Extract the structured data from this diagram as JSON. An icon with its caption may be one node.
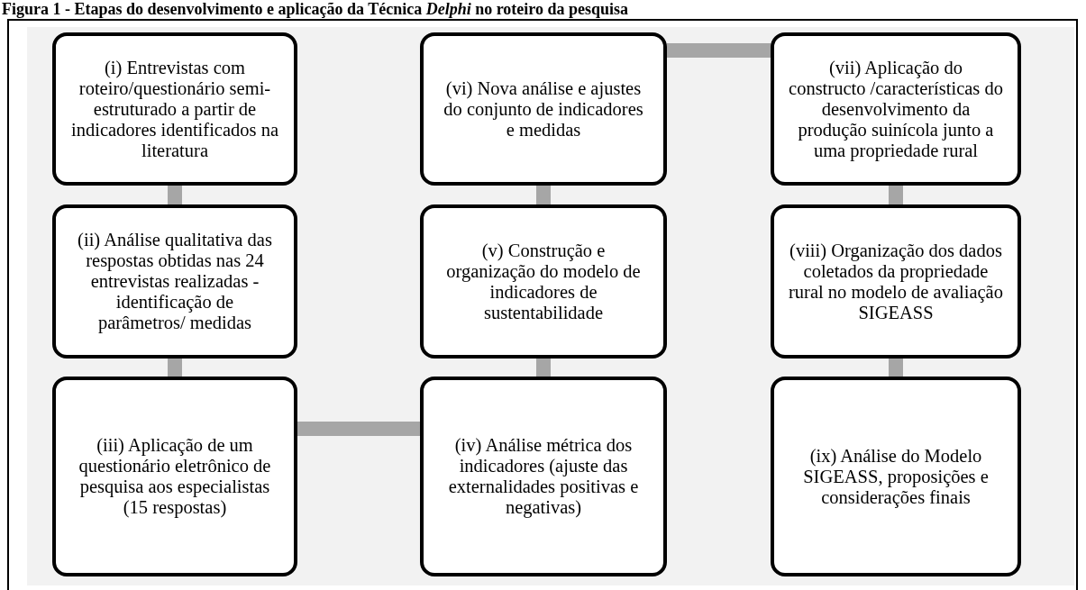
{
  "diagram": {
    "title": "Figura 1 - Etapas do desenvolvimento e aplicação da Técnica *Delphi* no roteiro da pesquisa",
    "nodes": [
      {
        "text": [
          "(i) Entrevistas com roteiro/questionário semi-estruturado a partir de indicadores identificados na literatura"
        ]
      },
      {
        "text": [
          "(ii) Análise qualitativa das respostas obtidas nas 24 entrevistas realizadas - identificação de parâmetros/ medidas"
        ]
      },
      {
        "text": [
          "(iii) Aplicação de um questionário eletrônico de pesquisa aos especialistas (15 respostas)"
        ]
      },
      {
        "text": [
          "(iv) Análise métrica dos indicadores (ajuste das externalidades positivas e negativas)"
        ]
      },
      {
        "text": [
          "(v) Construção e organização do modelo de indicadores de sustentabilidade"
        ]
      },
      {
        "text": [
          "(vi) Nova análise e ajustes do conjunto de indicadores e medidas"
        ]
      },
      {
        "text": [
          "(vii) Aplicação do constructo /características do desenvolvimento da produção suinícola junto a uma propriedade rural"
        ]
      },
      {
        "text": [
          "(viii) Organização dos dados coletados da propriedade rural no modelo de avaliação SIGEASS"
        ]
      },
      {
        "text": [
          "(ix) Análise do Modelo SIGEASS, proposições e considerações finais"
        ]
      }
    ],
    "edges": [
      {
        "from": 0,
        "to": 1,
        "arrow": "none"
      },
      {
        "from": 1,
        "to": 2,
        "arrow": "none"
      },
      {
        "from": 2,
        "to": 3,
        "arrow": "none"
      },
      {
        "from": 3,
        "to": 4,
        "arrow": "none"
      },
      {
        "from": 4,
        "to": 5,
        "arrow": "none"
      },
      {
        "from": 5,
        "to": 6,
        "arrow": "none"
      },
      {
        "from": 6,
        "to": 7,
        "arrow": "none"
      },
      {
        "from": 7,
        "to": 8,
        "arrow": "none"
      }
    ]
  }
}
